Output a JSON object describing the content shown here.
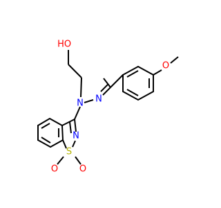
{
  "colors": {
    "bond": "#000000",
    "background": "#ffffff",
    "oxygen": "#ff0000",
    "nitrogen": "#0000ff",
    "sulfur": "#b3b300"
  },
  "atom_labels": {
    "hydroxyl_oxygen": "O",
    "hydroxyl_hydrogen": "H",
    "amine_nitrogen": "N",
    "hydrazone_nitrogen": "N",
    "methoxy_oxygen": "O",
    "ring_nitrogen": "N",
    "sulfur": "S",
    "sulfonyl_oxygen_1": "O",
    "sulfonyl_oxygen_2": "O"
  }
}
